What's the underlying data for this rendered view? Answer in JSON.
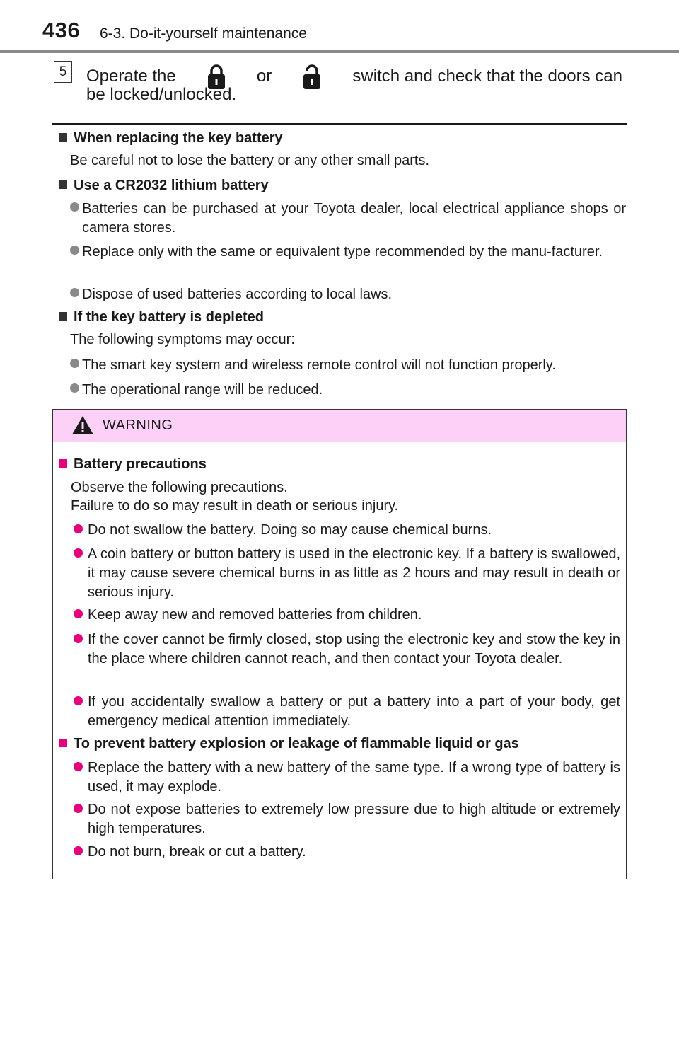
{
  "header": {
    "page_number": "436",
    "section_title": "6-3. Do-it-yourself maintenance"
  },
  "step": {
    "number": "5",
    "line1_operate": "Operate the",
    "line1_or": "or",
    "line1_rest": "switch and check that the doors can",
    "line2": "be locked/unlocked.",
    "icons": [
      "lock-icon",
      "unlock-icon"
    ]
  },
  "notes": {
    "replacing": {
      "heading": "When replacing the key battery",
      "text": "Be careful not to lose the battery or any other small parts."
    },
    "cr2032": {
      "heading": "Use a CR2032 lithium battery",
      "bullets": [
        "Batteries can be purchased at your Toyota dealer, local electrical appliance shops or camera stores.",
        "Replace only with the same or equivalent type recommended by the manu-facturer.",
        "Dispose of used batteries according to local laws."
      ]
    },
    "depleted": {
      "heading": "If the key battery is depleted",
      "text": "The following symptoms may occur:",
      "bullets": [
        "The smart key system and wireless remote control will not function properly.",
        "The operational range will be reduced."
      ]
    }
  },
  "warning": {
    "label": "WARNING",
    "precautions": {
      "heading": "Battery precautions",
      "line1": "Observe the following precautions.",
      "line2": "Failure to do so may result in death or serious injury.",
      "bullets": [
        "Do not swallow the battery. Doing so may cause chemical burns.",
        "A coin battery or button battery is used in the electronic key. If a battery is swallowed, it may cause severe chemical burns in as little as 2 hours and may result in death or serious injury.",
        "Keep away new and removed batteries from children.",
        "If the cover cannot be firmly closed, stop using the electronic key and stow the key in the place where children cannot reach, and then contact your Toyota dealer.",
        "If you accidentally swallow a battery or put a battery into a part of your body, get emergency medical attention immediately."
      ]
    },
    "explosion": {
      "heading": "To prevent battery explosion or leakage of flammable liquid or gas",
      "bullets": [
        "Replace the battery with a new battery of the same type. If a wrong type of battery is used, it may explode.",
        "Do not expose batteries to extremely low pressure due to high altitude or extremely high temperatures.",
        "Do not burn, break or cut a battery."
      ]
    }
  },
  "colors": {
    "warning_bg": "#fcd0f7",
    "warning_accent": "#e5007e",
    "header_rule": "#8a8a8a"
  }
}
